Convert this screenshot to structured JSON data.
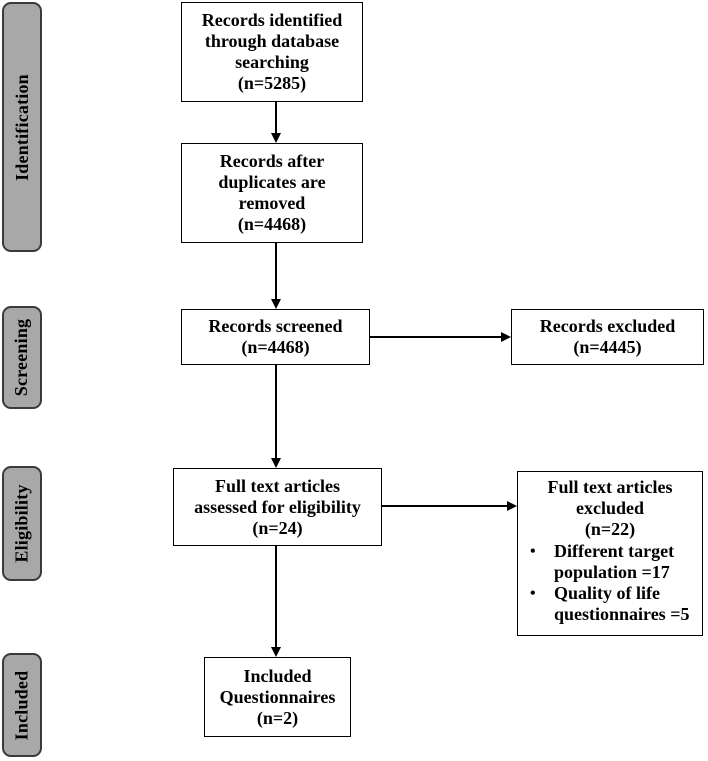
{
  "stages": {
    "identification": "Identification",
    "screening": "Screening",
    "eligibility": "Eligibility",
    "included": "Included"
  },
  "boxes": {
    "identified": [
      "Records identified",
      "through database",
      "searching",
      "(n=5285)"
    ],
    "deduped": [
      "Records after",
      "duplicates are",
      "removed",
      "(n=4468)"
    ],
    "screened": [
      "Records screened",
      "(n=4468)"
    ],
    "excluded": [
      "Records excluded",
      "(n=4445)"
    ],
    "fulltext": [
      "Full text articles",
      "assessed for eligibility",
      "(n=24)"
    ],
    "ft_excluded": {
      "title": [
        "Full text articles",
        "excluded",
        "(n=22)"
      ],
      "reasons": [
        [
          "Different target",
          "population =17"
        ],
        [
          "Quality of life",
          "questionnaires =5"
        ]
      ]
    },
    "included": [
      "Included",
      "Questionnaires",
      "(n=2)"
    ]
  },
  "icons": {
    "bullet": "•"
  }
}
